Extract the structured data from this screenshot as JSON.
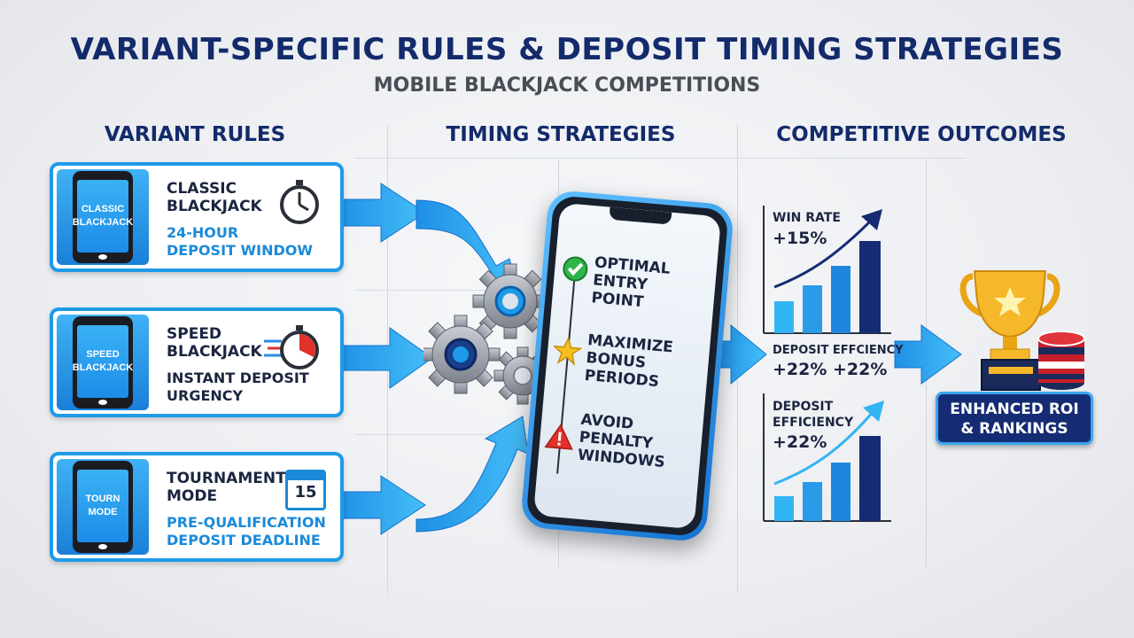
{
  "header": {
    "title": "VARIANT-SPECIFIC RULES & DEPOSIT TIMING STRATEGIES",
    "subtitle": "MOBILE BLACKJACK COMPETITIONS"
  },
  "columns": {
    "variant": "VARIANT RULES",
    "timing": "TIMING STRATEGIES",
    "outcomes": "COMPETITIVE OUTCOMES"
  },
  "variants": [
    {
      "screen_line1": "CLASSIC",
      "screen_line2": "BLACKJACK",
      "title_line1": "CLASSIC",
      "title_line2": "BLACKJACK",
      "sub_line1": "24-HOUR",
      "sub_line2": "DEPOSIT WINDOW",
      "icon": "stopwatch-icon"
    },
    {
      "screen_line1": "SPEED",
      "screen_line2": "BLACKJACK",
      "title_line1": "SPEED",
      "title_line2": "BLACKJACK",
      "sub_line1": "INSTANT DEPOSIT",
      "sub_line2": "URGENCY",
      "icon": "fast-timer-icon"
    },
    {
      "screen_line1": "TOURN",
      "screen_line2": "MODE",
      "title_line1": "TOURNAMENT",
      "title_line2": "MODE",
      "sub_line1": "PRE-QUALIFICATION",
      "sub_line2": "DEPOSIT DEADLINE",
      "icon": "calendar-icon",
      "calendar_day": "15"
    }
  ],
  "strategies": [
    {
      "line1": "OPTIMAL",
      "line2": "ENTRY",
      "line3": "POINT",
      "icon": "check-icon"
    },
    {
      "line1": "MAXIMIZE",
      "line2": "BONUS",
      "line3": "PERIODS",
      "icon": "star-icon"
    },
    {
      "line1": "AVOID",
      "line2": "PENALTY",
      "line3": "WINDOWS",
      "icon": "warning-icon"
    }
  ],
  "outcomes": {
    "chart1": {
      "label": "WIN RATE",
      "value": "+15%"
    },
    "middle": {
      "label": "DEPOSIT EFFCIENCY",
      "values": "+22% +22%"
    },
    "chart2": {
      "label_line1": "DEPOSIT",
      "label_line2": "EFFICIENCY",
      "value": "+22%"
    },
    "result_line1": "ENHANCED ROI",
    "result_line2": "& RANKINGS"
  },
  "colors": {
    "navy": "#132a6b",
    "accent_blue": "#1e9be8",
    "light_blue": "#33b4f3",
    "gold": "#f2b320"
  }
}
